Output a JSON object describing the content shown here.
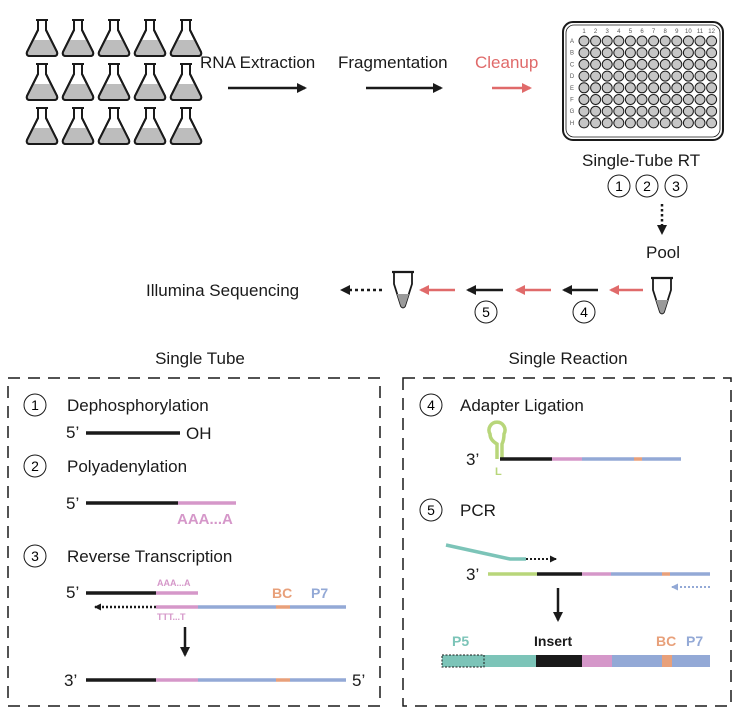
{
  "colors": {
    "black": "#1a1a1a",
    "red": "#e06a6a",
    "pink": "#d597c9",
    "blue": "#93a9d6",
    "orange": "#e8a07a",
    "green": "#b8d67a",
    "teal": "#7cc4b8",
    "flask": "#bdbdbd",
    "well": "#c6c6c6"
  },
  "workflow": {
    "rna_extraction": "RNA Extraction",
    "fragmentation": "Fragmentation",
    "cleanup": "Cleanup",
    "single_tube_rt": "Single-Tube RT",
    "pool": "Pool",
    "illumina": "Illumina Sequencing",
    "step1": "1",
    "step2": "2",
    "step3": "3",
    "step4": "4",
    "step5": "5"
  },
  "plate": {
    "cols": [
      "1",
      "2",
      "3",
      "4",
      "5",
      "6",
      "7",
      "8",
      "9",
      "10",
      "11",
      "12"
    ],
    "rows": [
      "A",
      "B",
      "C",
      "D",
      "E",
      "F",
      "G",
      "H"
    ]
  },
  "single_tube": {
    "title": "Single Tube",
    "s1_num": "1",
    "s1_label": "Dephosphorylation",
    "five_prime": "5’",
    "oh": "OH",
    "s2_num": "2",
    "s2_label": "Polyadenylation",
    "polya": "AAA...A",
    "s3_num": "3",
    "s3_label": "Reverse Transcription",
    "polya_small": "AAA...A",
    "polyt_small": "TTT...T",
    "bc": "BC",
    "p7": "P7",
    "three_prime": "3’",
    "five_prime_end": "5’"
  },
  "single_reaction": {
    "title": "Single Reaction",
    "s4_num": "4",
    "s4_label": "Adapter Ligation",
    "three_prime": "3’",
    "l_label": "L",
    "s5_num": "5",
    "s5_label": "PCR",
    "three_prime_b": "3’",
    "p5": "P5",
    "insert": "Insert",
    "bc": "BC",
    "p7": "P7"
  }
}
